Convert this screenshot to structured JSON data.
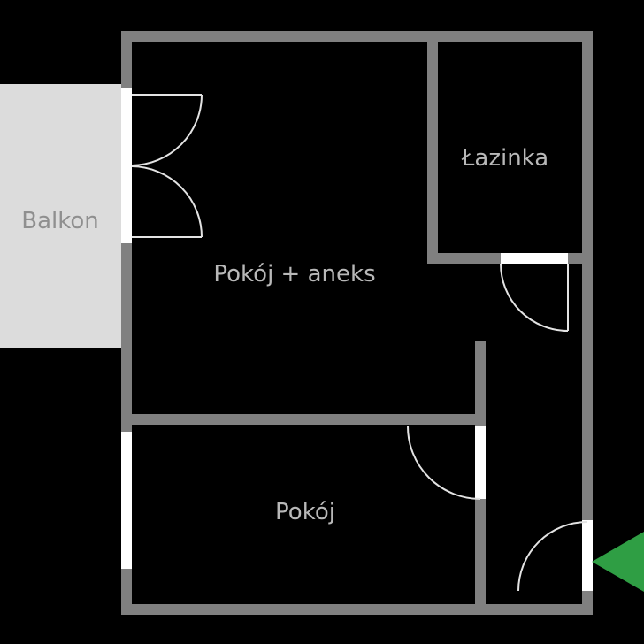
{
  "colors": {
    "background": "#000000",
    "wall": "#808080",
    "opening": "#ffffff",
    "door_swing": "#e3e3e3",
    "balcony_fill": "#dcdcdc",
    "balcony_text": "#8f8f8f",
    "room_text": "#b8b8b8",
    "entrance_arrow": "#2f9e44"
  },
  "rooms": {
    "balcony": {
      "label": "Balkon"
    },
    "bathroom": {
      "label": "Łazinka"
    },
    "living_room": {
      "label": "Pokój + aneks"
    },
    "bedroom": {
      "label": "Pokój"
    }
  },
  "icons": {
    "entrance_arrow": {
      "name": "entrance-arrow-icon",
      "shape": "triangle-left",
      "meaning": "entrance-direction"
    }
  }
}
